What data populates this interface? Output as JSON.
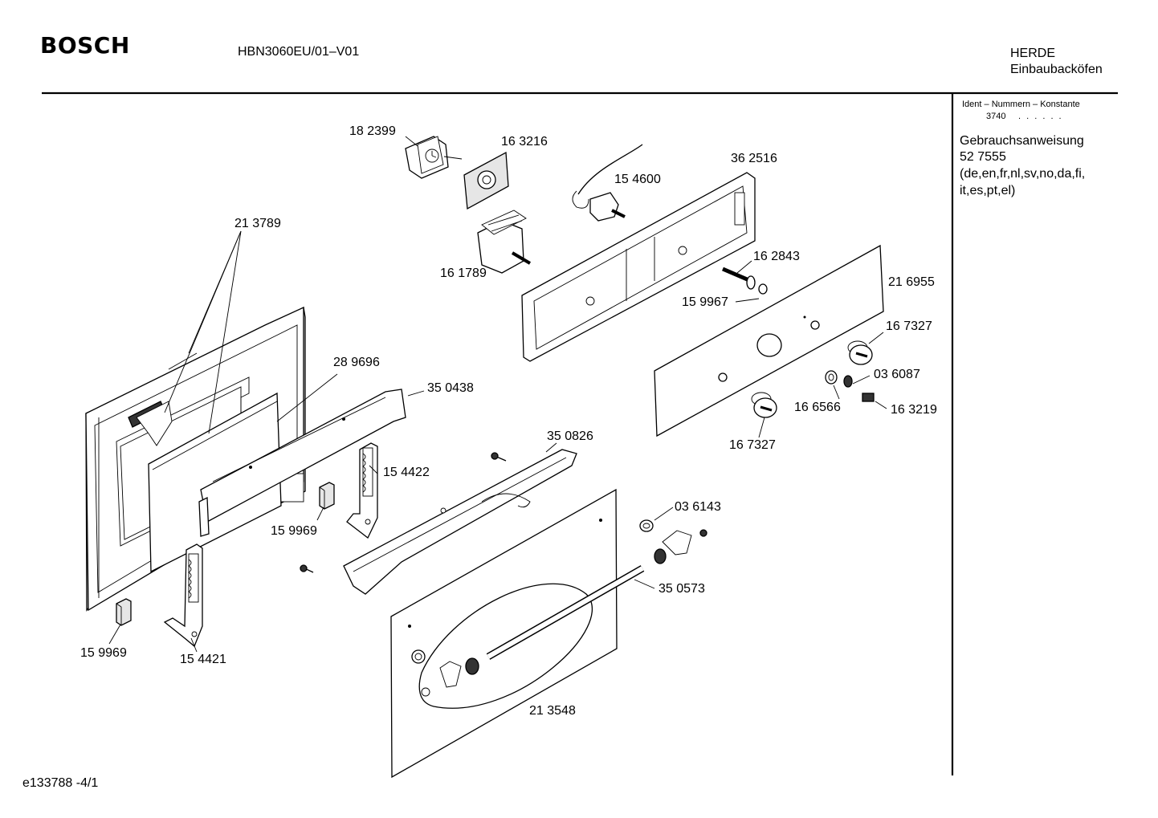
{
  "header": {
    "brand": "BOSCH",
    "model": "HBN3060EU/01–V01",
    "category_main": "HERDE",
    "category_sub": "Einbaubacköfen"
  },
  "sidebar": {
    "ident_title": "Ident – Nummern – Konstante",
    "ident_constant": "3740",
    "ident_dots": ". .   . . . .",
    "doc_lines": [
      "Gebrauchsanweisung",
      "52 7555",
      "(de,en,fr,nl,sv,no,da,fi,",
      "it,es,pt,el)"
    ]
  },
  "footer": {
    "diagram_id": "e133788  -4/1"
  },
  "parts": [
    {
      "id": "p-182399",
      "label": "18 2399"
    },
    {
      "id": "p-163216",
      "label": "16 3216"
    },
    {
      "id": "p-154600",
      "label": "15 4600"
    },
    {
      "id": "p-362516",
      "label": "36 2516"
    },
    {
      "id": "p-213789",
      "label": "21 3789"
    },
    {
      "id": "p-161789",
      "label": "16 1789"
    },
    {
      "id": "p-162843",
      "label": "16 2843"
    },
    {
      "id": "p-216955",
      "label": "21 6955"
    },
    {
      "id": "p-159967",
      "label": "15 9967"
    },
    {
      "id": "p-167327a",
      "label": "16 7327"
    },
    {
      "id": "p-289696",
      "label": "28 9696"
    },
    {
      "id": "p-036087",
      "label": "03 6087"
    },
    {
      "id": "p-350438",
      "label": "35 0438"
    },
    {
      "id": "p-166566",
      "label": "16 6566"
    },
    {
      "id": "p-163219",
      "label": "16 3219"
    },
    {
      "id": "p-350826",
      "label": "35 0826"
    },
    {
      "id": "p-167327b",
      "label": "16 7327"
    },
    {
      "id": "p-154422",
      "label": "15 4422"
    },
    {
      "id": "p-159969a",
      "label": "15 9969"
    },
    {
      "id": "p-036143",
      "label": "03 6143"
    },
    {
      "id": "p-350573",
      "label": "35 0573"
    },
    {
      "id": "p-159969b",
      "label": "15 9969"
    },
    {
      "id": "p-154421",
      "label": "15 4421"
    },
    {
      "id": "p-213548",
      "label": "21 3548"
    }
  ]
}
